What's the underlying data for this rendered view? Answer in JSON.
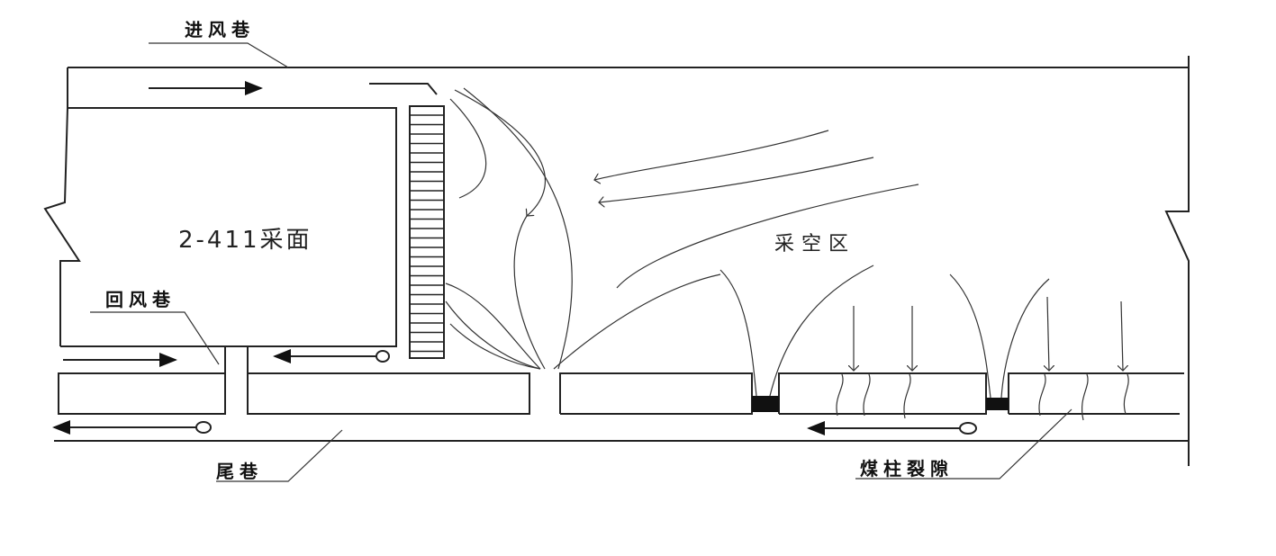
{
  "labels": {
    "intake_airway": "进风巷",
    "working_face": "2-411采面",
    "return_airway": "回风巷",
    "goaf": "采空区",
    "tail_roadway": "尾巷",
    "pillar_fractures": "煤柱裂隙"
  },
  "colors": {
    "line": "#222222",
    "background": "#ffffff"
  }
}
